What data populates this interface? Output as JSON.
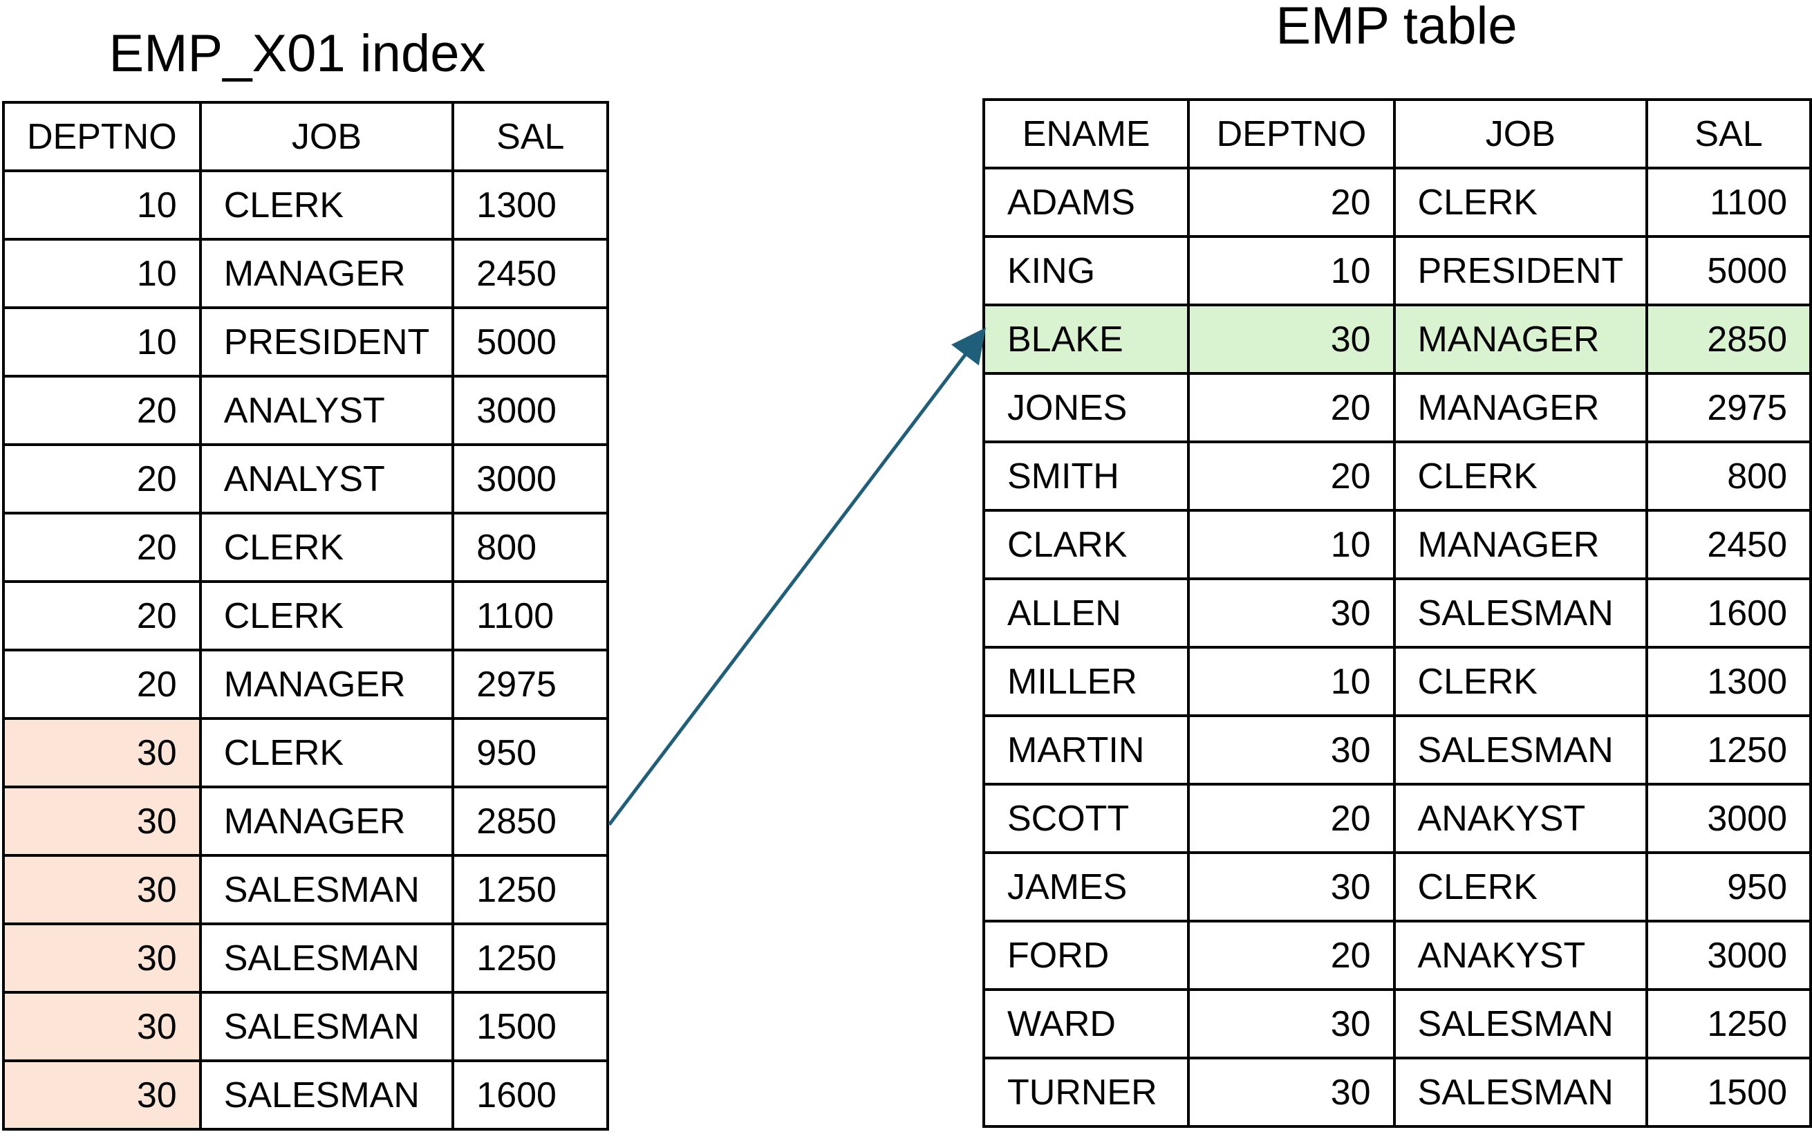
{
  "index": {
    "title": "EMP_X01 index",
    "columns": [
      "DEPTNO",
      "JOB",
      "SAL"
    ],
    "rows": [
      {
        "deptno": "10",
        "job": "CLERK",
        "sal": "1300",
        "highlight": false
      },
      {
        "deptno": "10",
        "job": "MANAGER",
        "sal": "2450",
        "highlight": false
      },
      {
        "deptno": "10",
        "job": "PRESIDENT",
        "sal": "5000",
        "highlight": false
      },
      {
        "deptno": "20",
        "job": "ANALYST",
        "sal": "3000",
        "highlight": false
      },
      {
        "deptno": "20",
        "job": "ANALYST",
        "sal": "3000",
        "highlight": false
      },
      {
        "deptno": "20",
        "job": "CLERK",
        "sal": "800",
        "highlight": false
      },
      {
        "deptno": "20",
        "job": "CLERK",
        "sal": "1100",
        "highlight": false
      },
      {
        "deptno": "20",
        "job": "MANAGER",
        "sal": "2975",
        "highlight": false
      },
      {
        "deptno": "30",
        "job": "CLERK",
        "sal": "950",
        "highlight": true
      },
      {
        "deptno": "30",
        "job": "MANAGER",
        "sal": "2850",
        "highlight": true
      },
      {
        "deptno": "30",
        "job": "SALESMAN",
        "sal": "1250",
        "highlight": true
      },
      {
        "deptno": "30",
        "job": "SALESMAN",
        "sal": "1250",
        "highlight": true
      },
      {
        "deptno": "30",
        "job": "SALESMAN",
        "sal": "1500",
        "highlight": true
      },
      {
        "deptno": "30",
        "job": "SALESMAN",
        "sal": "1600",
        "highlight": true
      }
    ]
  },
  "table": {
    "title": "EMP table",
    "columns": [
      "ENAME",
      "DEPTNO",
      "JOB",
      "SAL"
    ],
    "rows": [
      {
        "ename": "ADAMS",
        "deptno": "20",
        "job": "CLERK",
        "sal": "1100",
        "highlight": false
      },
      {
        "ename": "KING",
        "deptno": "10",
        "job": "PRESIDENT",
        "sal": "5000",
        "highlight": false
      },
      {
        "ename": "BLAKE",
        "deptno": "30",
        "job": "MANAGER",
        "sal": "2850",
        "highlight": true
      },
      {
        "ename": "JONES",
        "deptno": "20",
        "job": "MANAGER",
        "sal": "2975",
        "highlight": false
      },
      {
        "ename": "SMITH",
        "deptno": "20",
        "job": "CLERK",
        "sal": "800",
        "highlight": false
      },
      {
        "ename": "CLARK",
        "deptno": "10",
        "job": "MANAGER",
        "sal": "2450",
        "highlight": false
      },
      {
        "ename": "ALLEN",
        "deptno": "30",
        "job": "SALESMAN",
        "sal": "1600",
        "highlight": false
      },
      {
        "ename": "MILLER",
        "deptno": "10",
        "job": "CLERK",
        "sal": "1300",
        "highlight": false
      },
      {
        "ename": "MARTIN",
        "deptno": "30",
        "job": "SALESMAN",
        "sal": "1250",
        "highlight": false
      },
      {
        "ename": "SCOTT",
        "deptno": "20",
        "job": "ANAKYST",
        "sal": "3000",
        "highlight": false
      },
      {
        "ename": "JAMES",
        "deptno": "30",
        "job": "CLERK",
        "sal": "950",
        "highlight": false
      },
      {
        "ename": "FORD",
        "deptno": "20",
        "job": "ANAKYST",
        "sal": "3000",
        "highlight": false
      },
      {
        "ename": "WARD",
        "deptno": "30",
        "job": "SALESMAN",
        "sal": "1250",
        "highlight": false
      },
      {
        "ename": "TURNER",
        "deptno": "30",
        "job": "SALESMAN",
        "sal": "1500",
        "highlight": false
      }
    ]
  },
  "arrow": {
    "from_index_row": 9,
    "to_table_row": 2
  },
  "colors": {
    "index_highlight": "#fce4d6",
    "table_highlight": "#d9f2d0",
    "arrow": "#1f5f7a"
  }
}
